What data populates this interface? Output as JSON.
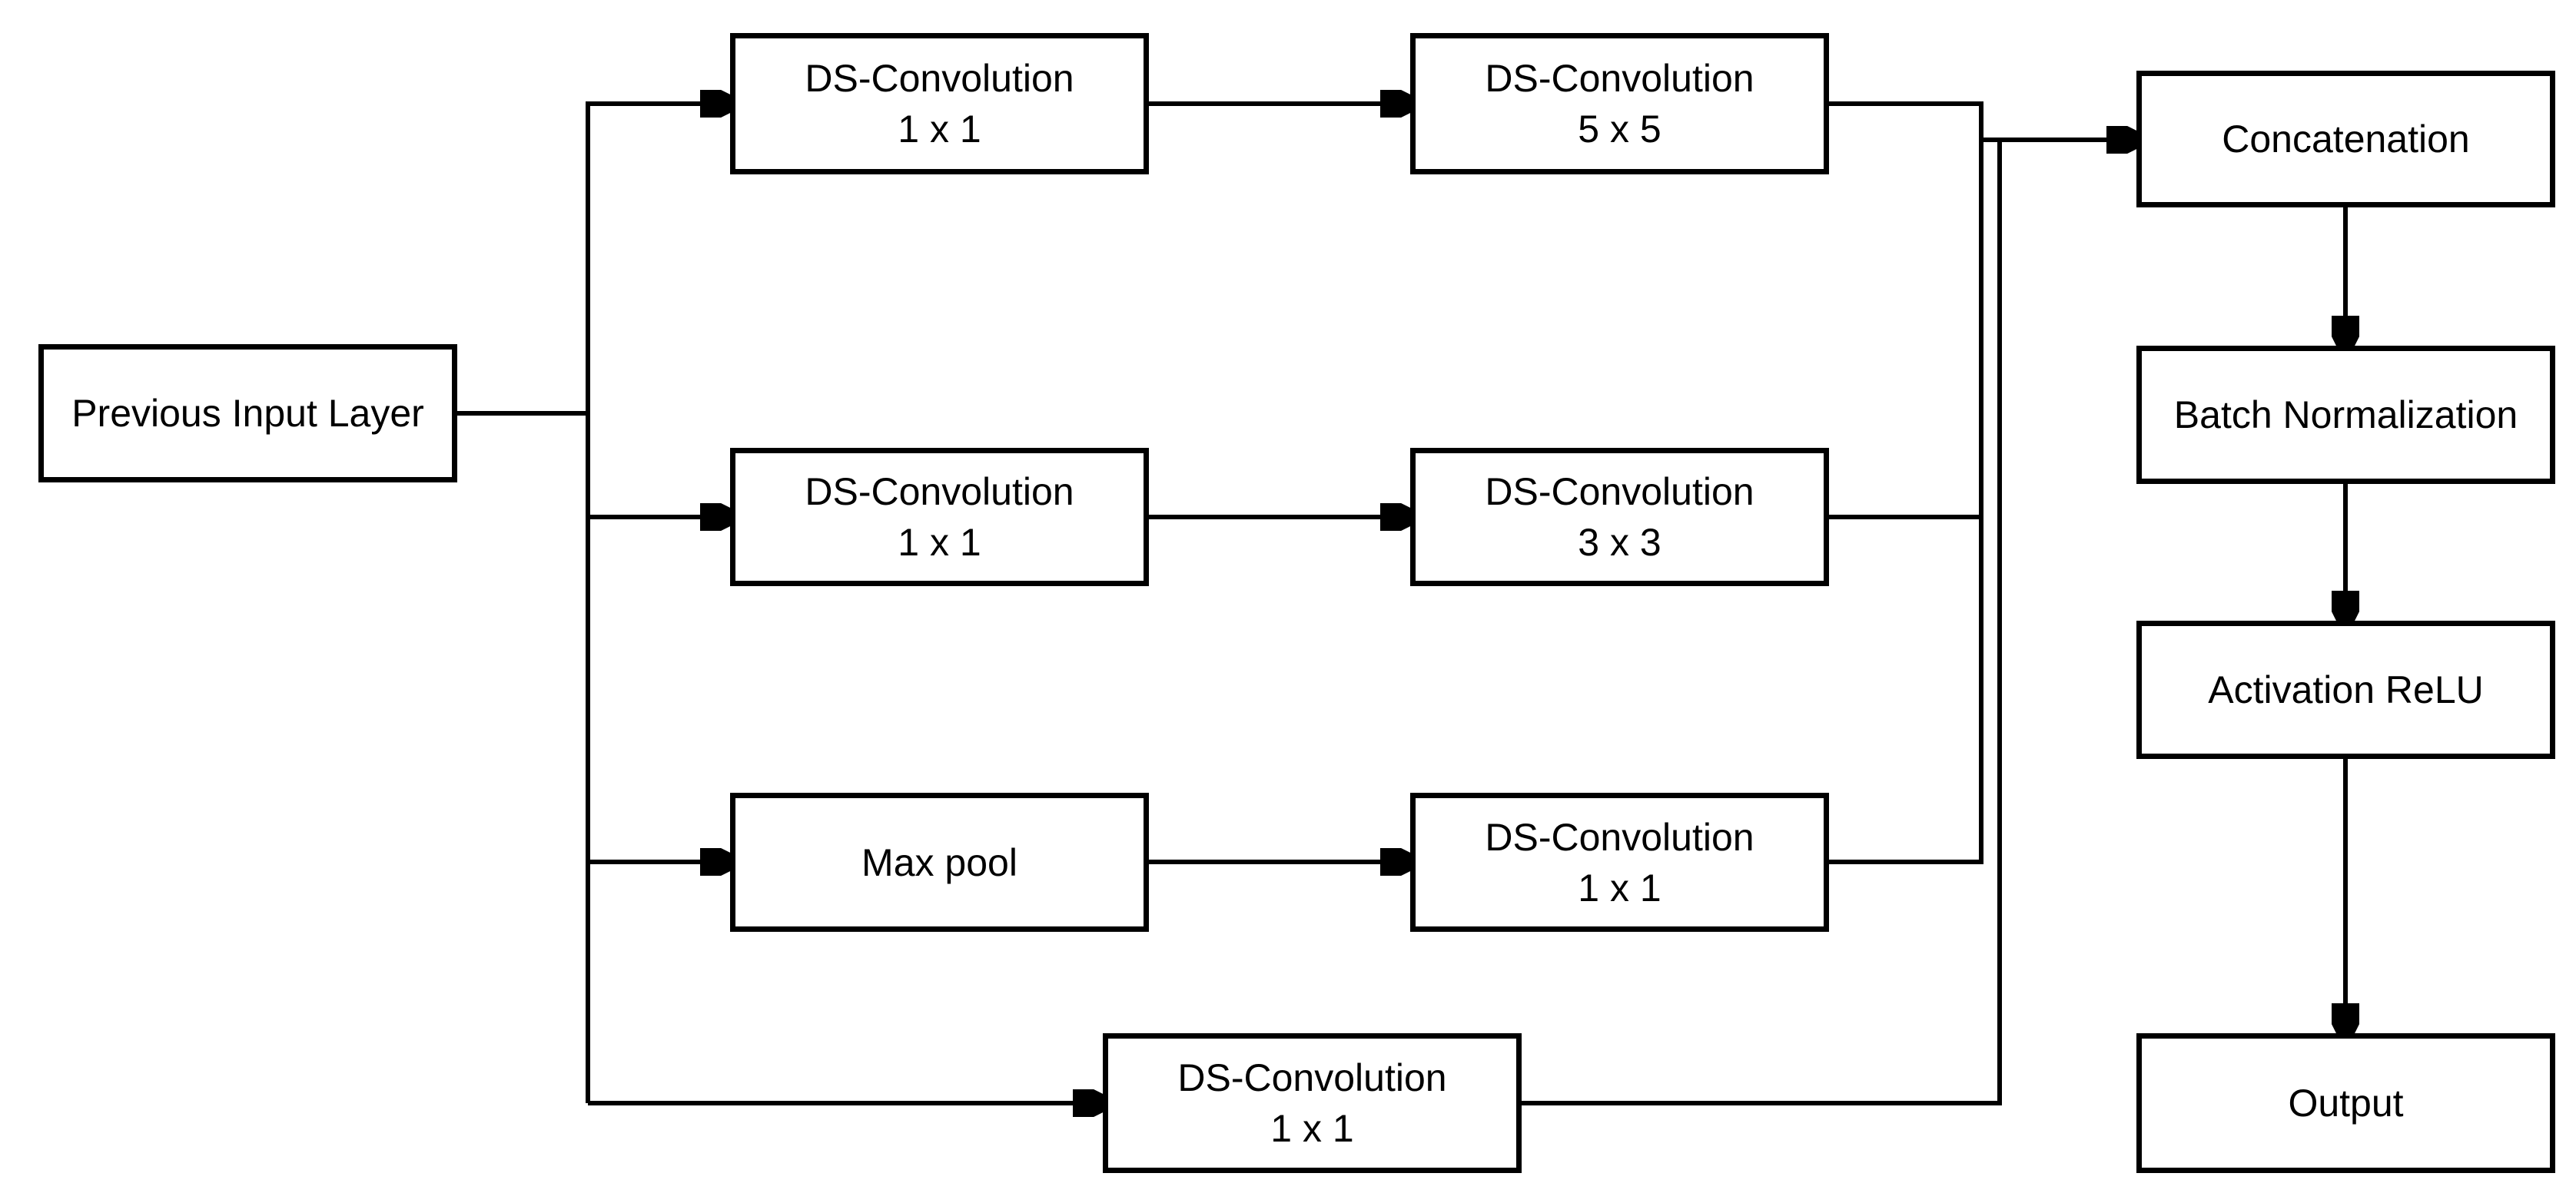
{
  "diagram": {
    "type": "flowchart-neural-network-module",
    "colors": {
      "background": "#ffffff",
      "box_fill": "#ffffff",
      "box_border": "#000000",
      "connector": "#000000",
      "text": "#000000"
    },
    "nodes": {
      "previous_input": {
        "label": "Previous Input Layer",
        "sublabel": ""
      },
      "b1_conv1": {
        "label": "DS-Convolution",
        "sublabel": "1 x 1"
      },
      "b1_conv2": {
        "label": "DS-Convolution",
        "sublabel": "5 x 5"
      },
      "b2_conv1": {
        "label": "DS-Convolution",
        "sublabel": "1 x 1"
      },
      "b2_conv2": {
        "label": "DS-Convolution",
        "sublabel": "3 x 3"
      },
      "b3_pool": {
        "label": "Max pool",
        "sublabel": ""
      },
      "b3_conv": {
        "label": "DS-Convolution",
        "sublabel": "1 x 1"
      },
      "b4_conv": {
        "label": "DS-Convolution",
        "sublabel": "1 x 1"
      },
      "concat": {
        "label": "Concatenation",
        "sublabel": ""
      },
      "batch_norm": {
        "label": "Batch Normalization",
        "sublabel": ""
      },
      "activation": {
        "label": "Activation ReLU",
        "sublabel": ""
      },
      "output": {
        "label": "Output",
        "sublabel": ""
      }
    },
    "edges": [
      {
        "from": "previous-input-layer",
        "to": "branch1-ds-convolution-1x1"
      },
      {
        "from": "previous-input-layer",
        "to": "branch2-ds-convolution-1x1"
      },
      {
        "from": "previous-input-layer",
        "to": "branch3-max-pool"
      },
      {
        "from": "previous-input-layer",
        "to": "branch4-ds-convolution-1x1"
      },
      {
        "from": "branch1-ds-convolution-1x1",
        "to": "branch1-ds-convolution-5x5"
      },
      {
        "from": "branch2-ds-convolution-1x1",
        "to": "branch2-ds-convolution-3x3"
      },
      {
        "from": "branch3-max-pool",
        "to": "branch3-ds-convolution-1x1"
      },
      {
        "from": "branch1-ds-convolution-5x5",
        "to": "concatenation"
      },
      {
        "from": "branch2-ds-convolution-3x3",
        "to": "concatenation"
      },
      {
        "from": "branch3-ds-convolution-1x1",
        "to": "concatenation"
      },
      {
        "from": "branch4-ds-convolution-1x1",
        "to": "concatenation"
      },
      {
        "from": "concatenation",
        "to": "batch-normalization"
      },
      {
        "from": "batch-normalization",
        "to": "activation-relu"
      },
      {
        "from": "activation-relu",
        "to": "output"
      }
    ]
  }
}
